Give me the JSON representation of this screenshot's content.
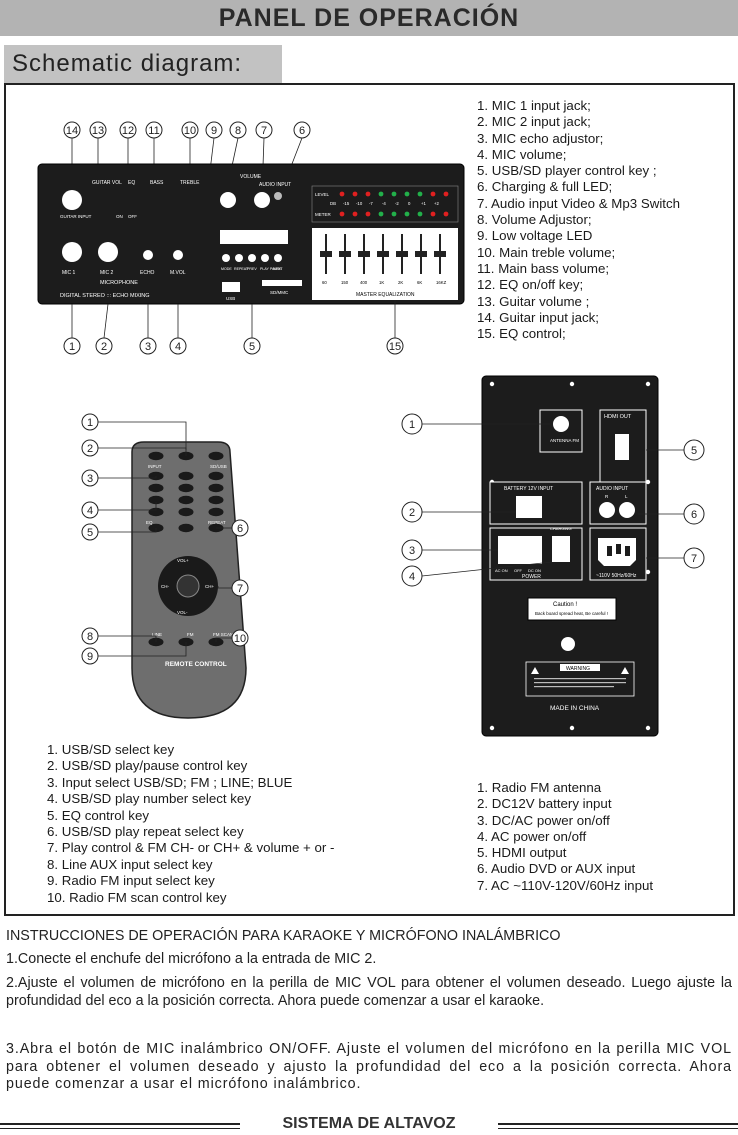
{
  "header": {
    "title": "PANEL DE OPERACIÓN",
    "subtitle": "Schematic diagram:"
  },
  "top_panel": {
    "callout_numbers_top": [
      "14",
      "13",
      "12",
      "11",
      "10",
      "9",
      "8",
      "7",
      "6"
    ],
    "callout_numbers_bottom": [
      "1",
      "2",
      "3",
      "4",
      "5",
      "15"
    ],
    "knob_labels": [
      "GUITAR VOL",
      "EQ",
      "BASS",
      "TREBLE",
      "VOLUME",
      "AUDIO INPUT"
    ],
    "guitar_input": "GUITAR\nINPUT",
    "eq_switch": [
      "ON",
      "OFF"
    ],
    "mic_labels": [
      "MIC 1",
      "MIC 2",
      "ECHO",
      "M.VOL"
    ],
    "microphone_label": "MICROPHONE",
    "bottom_label": "DIGITAL STEREO ::: ECHO MIXING",
    "player_buttons": [
      "MODE",
      "REPEAT",
      "PREV",
      "PLAY PAUSE",
      "NEXT"
    ],
    "usb_label": "USB",
    "sd_label": "SD/MMC",
    "level_label": "LEVEL",
    "meter_label": "METER",
    "db_values": [
      "DB",
      "-15",
      "-10",
      "-7",
      "-4",
      "-2",
      "0",
      "+1",
      "+2"
    ],
    "eq_freqs": [
      "60",
      "150",
      "400",
      "1K",
      "2K",
      "6K",
      "16KZ"
    ],
    "master_eq_label": "MASTER EQUALIZATION",
    "features": [
      "1. MIC 1  input jack;",
      "2. MIC 2  input jack;",
      "3. MIC echo adjustor;",
      "4. MIC volume;",
      "5. USB/SD player control key ;",
      "6. Charging & full LED;",
      "7. Audio input Video & Mp3 Switch",
      "8. Volume Adjustor;",
      "9. Low voltage LED",
      "10. Main treble volume;",
      "11. Main bass volume;",
      "12. EQ on/off key;",
      "13. Guitar volume ;",
      "14. Guitar input jack;",
      "15. EQ control;"
    ]
  },
  "remote": {
    "callouts": [
      "1",
      "2",
      "3",
      "4",
      "5",
      "6",
      "7",
      "8",
      "9",
      "10"
    ],
    "labels": [
      "INPUT",
      "SD/USB",
      "EQ",
      "REPEAT",
      "VOL+",
      "VOL-",
      "CH-",
      "CH+",
      "LINE",
      "FM",
      "FM SCAN"
    ],
    "brand": "REMOTE CONTROL",
    "keys": [
      "1. USB/SD select key",
      "2. USB/SD play/pause  control key",
      "3. Input select USB/SD; FM ; LINE; BLUE",
      "4. USB/SD play number select key",
      "5. EQ control key",
      "6. USB/SD play repeat  select key",
      "7. Play control & FM CH- or CH+ & volume + or -",
      "8. Line AUX  input select key",
      "9. Radio FM input select key",
      "10. Radio FM scan control key"
    ]
  },
  "rear_panel": {
    "callouts": [
      "1",
      "2",
      "3",
      "4",
      "5",
      "6",
      "7"
    ],
    "antenna_label": "ANTENNA\nFM",
    "hdmi_label": "HDMI OUT",
    "battery_label": "BATTERY 12V INPUT",
    "audio_input_label": "AUDIO INPUT",
    "audio_rl": [
      "R",
      "L"
    ],
    "power_label": "POWER",
    "power_switch_labels": [
      "AC ON",
      "OFF",
      "DC ON"
    ],
    "charging_label": "CHARGING",
    "ac_label": "~110V  50Hz/60Hz",
    "caution_title": "Caution !",
    "caution_text": "Back board spread heat,\nBe careful !",
    "warning_title": "WARNING",
    "made_in": "MADE IN CHINA",
    "inputs": [
      "1. Radio FM antenna",
      "2. DC12V battery input",
      "3. DC/AC  power on/off",
      "4. AC power on/off",
      "5. HDMI output",
      "6. Audio DVD or AUX input",
      "7. AC ~110V-120V/60Hz  input"
    ]
  },
  "instructions": {
    "heading": "INSTRUCCIONES DE OPERACIÓN PARA KARAOKE Y MICRÓFONO INALÁMBRICO",
    "step1": "1.Conecte el enchufe del micrófono a la entrada de MIC 2.",
    "step2": "2.Ajuste el volumen de micrófono en la perilla de MIC VOL para obtener el volumen deseado. Luego ajuste la profundidad del eco a la posición correcta.  Ahora puede comenzar a usar el karaoke.",
    "step3": "3.Abra el botón de MIC inalámbrico ON/OFF.  Ajuste el volumen del micrófono en la perilla MIC  VOL para obtener el volumen deseado y ajusto la profundidad del eco a la posición correcta.  Ahora puede comenzar a usar el micrófono inalámbrico."
  },
  "footer": {
    "title": "SISTEMA DE ALTAVOZ"
  },
  "colors": {
    "title_bar": "#b3b3b3",
    "panel": "#1c1c1c",
    "remote": "#6e6e6e",
    "led_red": "#e02020",
    "led_green": "#22b04a"
  }
}
